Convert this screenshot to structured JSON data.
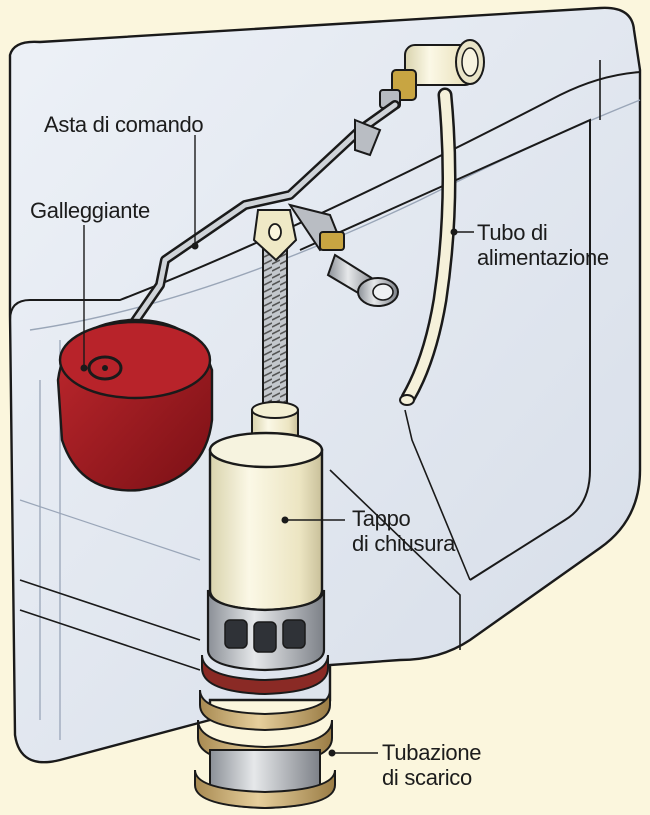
{
  "labels": {
    "asta": "Asta di comando",
    "galleggiante": "Galleggiante",
    "tubo_alimentazione": [
      "Tubo di",
      "alimentazione"
    ],
    "tappo": [
      "Tappo",
      "di chiusura"
    ],
    "tubazione": [
      "Tubazione",
      "di scarico"
    ]
  },
  "colors": {
    "background": "#fbf6dd",
    "tank": "#e3e9f2",
    "tank_shadow": "#cdd6e3",
    "float": "#a61c22",
    "float_dark": "#6e0d12",
    "stopper": "#f3efd3",
    "metal": "#b9bdc3",
    "gasket_red": "#8a2a25",
    "gasket_tan": "#c8ab72",
    "outline": "#1a1a1a"
  }
}
